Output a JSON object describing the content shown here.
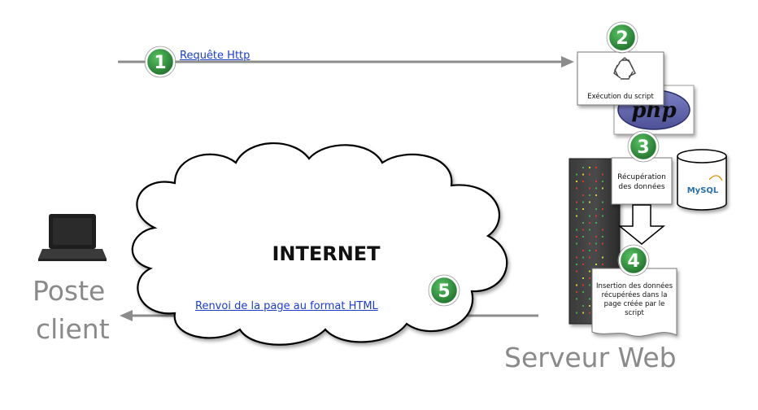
{
  "steps": [
    {
      "number": "1",
      "label": "Requête Http"
    },
    {
      "number": "2",
      "label": "Exécution du script"
    },
    {
      "number": "3",
      "label": "Récupération des données"
    },
    {
      "number": "4",
      "label": "Insertion des données récupérées dans la page créée par le script"
    },
    {
      "number": "5",
      "label": "Renvoi de la page au format HTML"
    }
  ],
  "step3_lines": [
    "Récupération",
    "des données"
  ],
  "step4_lines": [
    "Insertion des données",
    "récupérées dans la",
    "page créée par le",
    "script"
  ],
  "cloud_label": "INTERNET",
  "client_label_lines": [
    "Poste",
    "client"
  ],
  "server_label": "Serveur Web",
  "php_logo_text": "php",
  "mysql_logo_text": "MySQL",
  "colors": {
    "badge_green": "#2e8b3a",
    "link_blue": "#1a3dcc",
    "arrow_gray": "#8c8c8c",
    "label_gray": "#8a8a8a",
    "php_purple": "#5b5fa8"
  }
}
